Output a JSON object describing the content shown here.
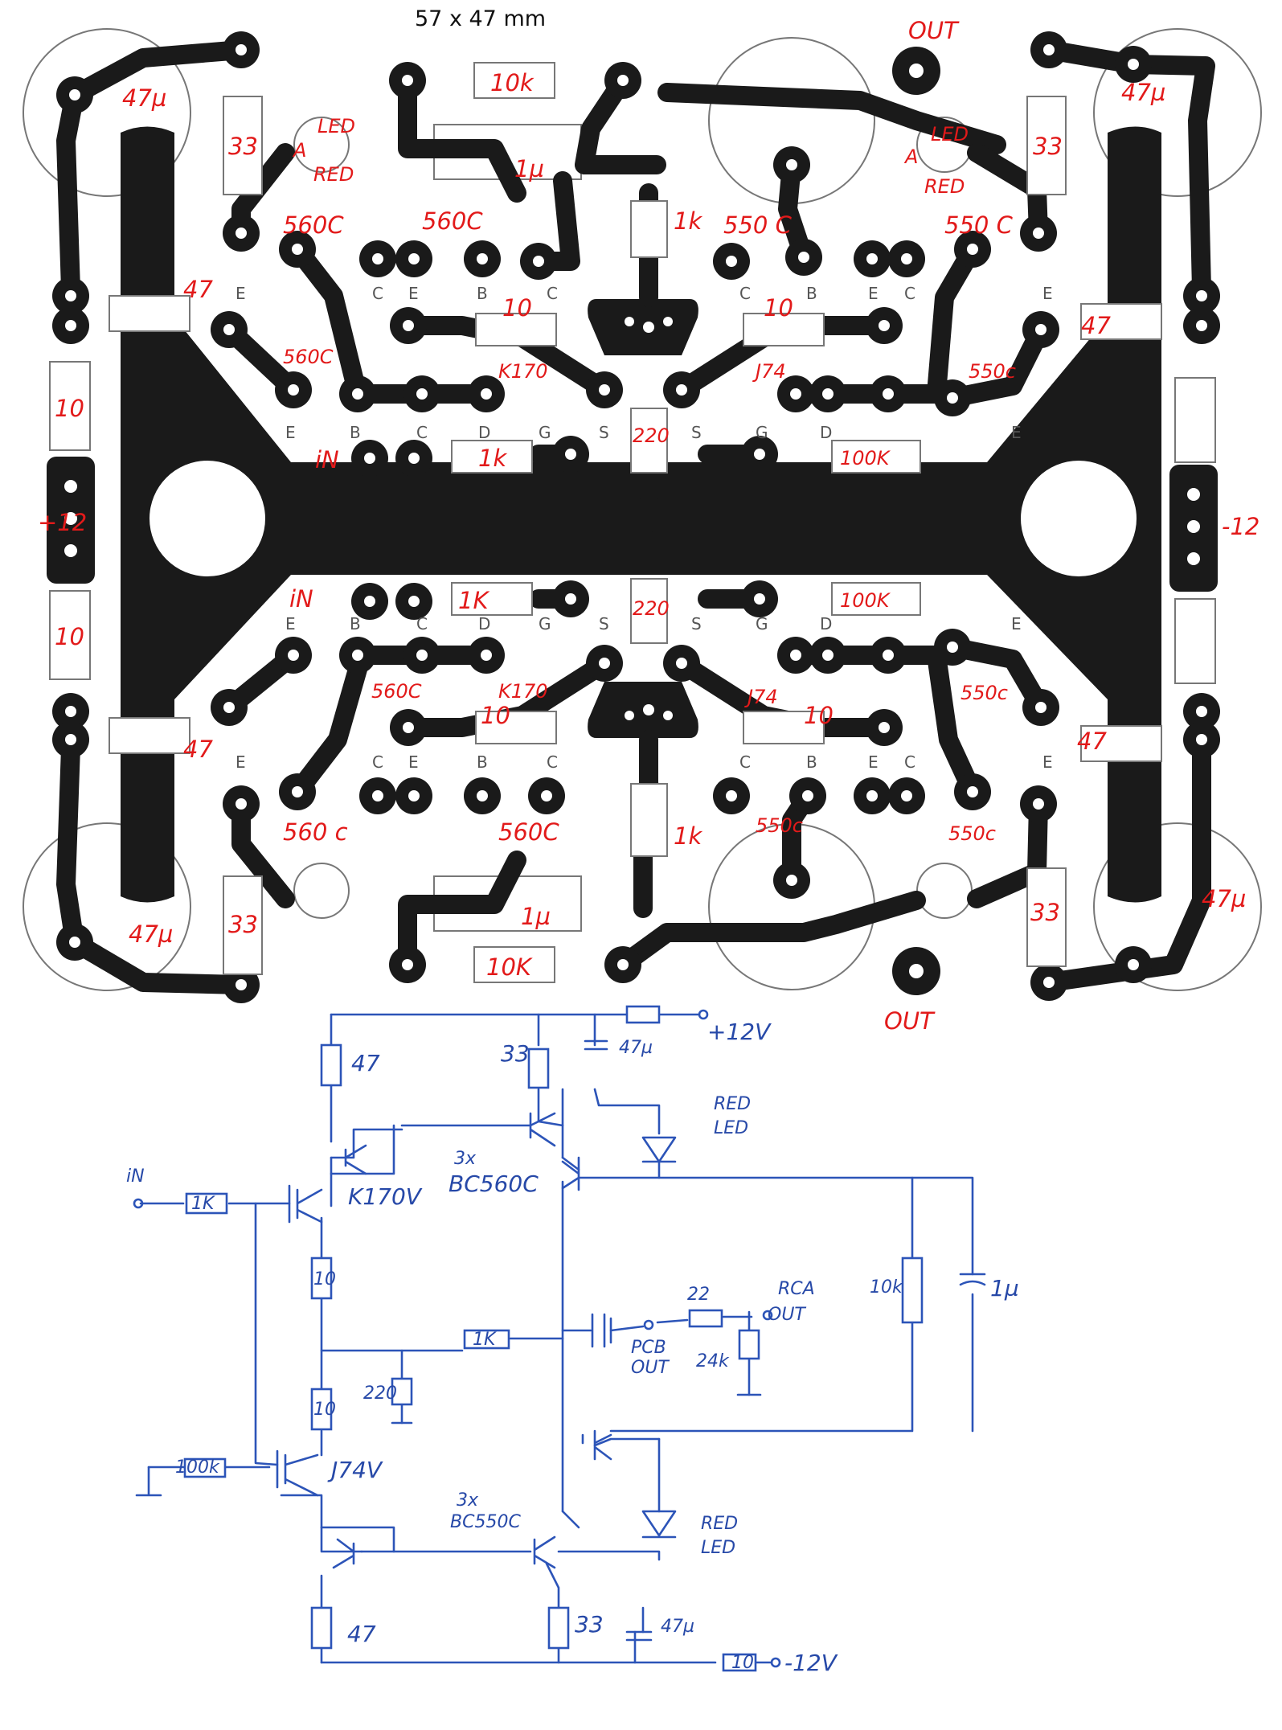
{
  "title": "57 x 47 mm",
  "pcb": {
    "supply_pos": "+12",
    "supply_neg": "-12",
    "out_top": "OUT",
    "out_bottom": "OUT",
    "in_top": "iN",
    "in_bottom": "iN",
    "cap_47u": "47µ",
    "cap_1u": "1µ",
    "led_a": "LED",
    "led_b": "RED",
    "anode": "A",
    "r_10k": "10k",
    "r_10K": "10K",
    "r_33": "33",
    "r_47": "47",
    "r_10": "10",
    "r_1k": "1k",
    "r_1K": "1K",
    "r_220": "220",
    "r_100k": "100K",
    "q_560c": "560C",
    "q_560c_b": "560 c",
    "q_550c": "550 C",
    "q_550c_b": "550c",
    "jfet_k170": "K170",
    "jfet_j74": "J74",
    "pin_e": "E",
    "pin_b": "B",
    "pin_c": "C",
    "pin_d": "D",
    "pin_g": "G",
    "pin_s": "S"
  },
  "schematic": {
    "in_label": "iN",
    "r_in": "1K",
    "r_47": "47",
    "r_33": "33",
    "r_10": "10",
    "r_220": "220",
    "r_1k_fb": "1K",
    "r_100k": "100k",
    "r_10k": "10k",
    "r_22": "22",
    "r_24k": "24k",
    "c_1u": "1µ",
    "c_47u": "47µ",
    "plus_12v": "+12V",
    "minus_12v": "-12V",
    "jfet_top": "K170V",
    "jfet_bottom": "J74V",
    "bjt_top_count": "3x",
    "bjt_top_type": "BC560C",
    "bjt_bottom_count": "3x",
    "bjt_bottom_type": "BC550C",
    "led_line1": "RED",
    "led_line2": "LED",
    "pcb_out_1": "PCB",
    "pcb_out_2": "OUT",
    "rca_out_1": "RCA",
    "rca_out_2": "OUT"
  }
}
